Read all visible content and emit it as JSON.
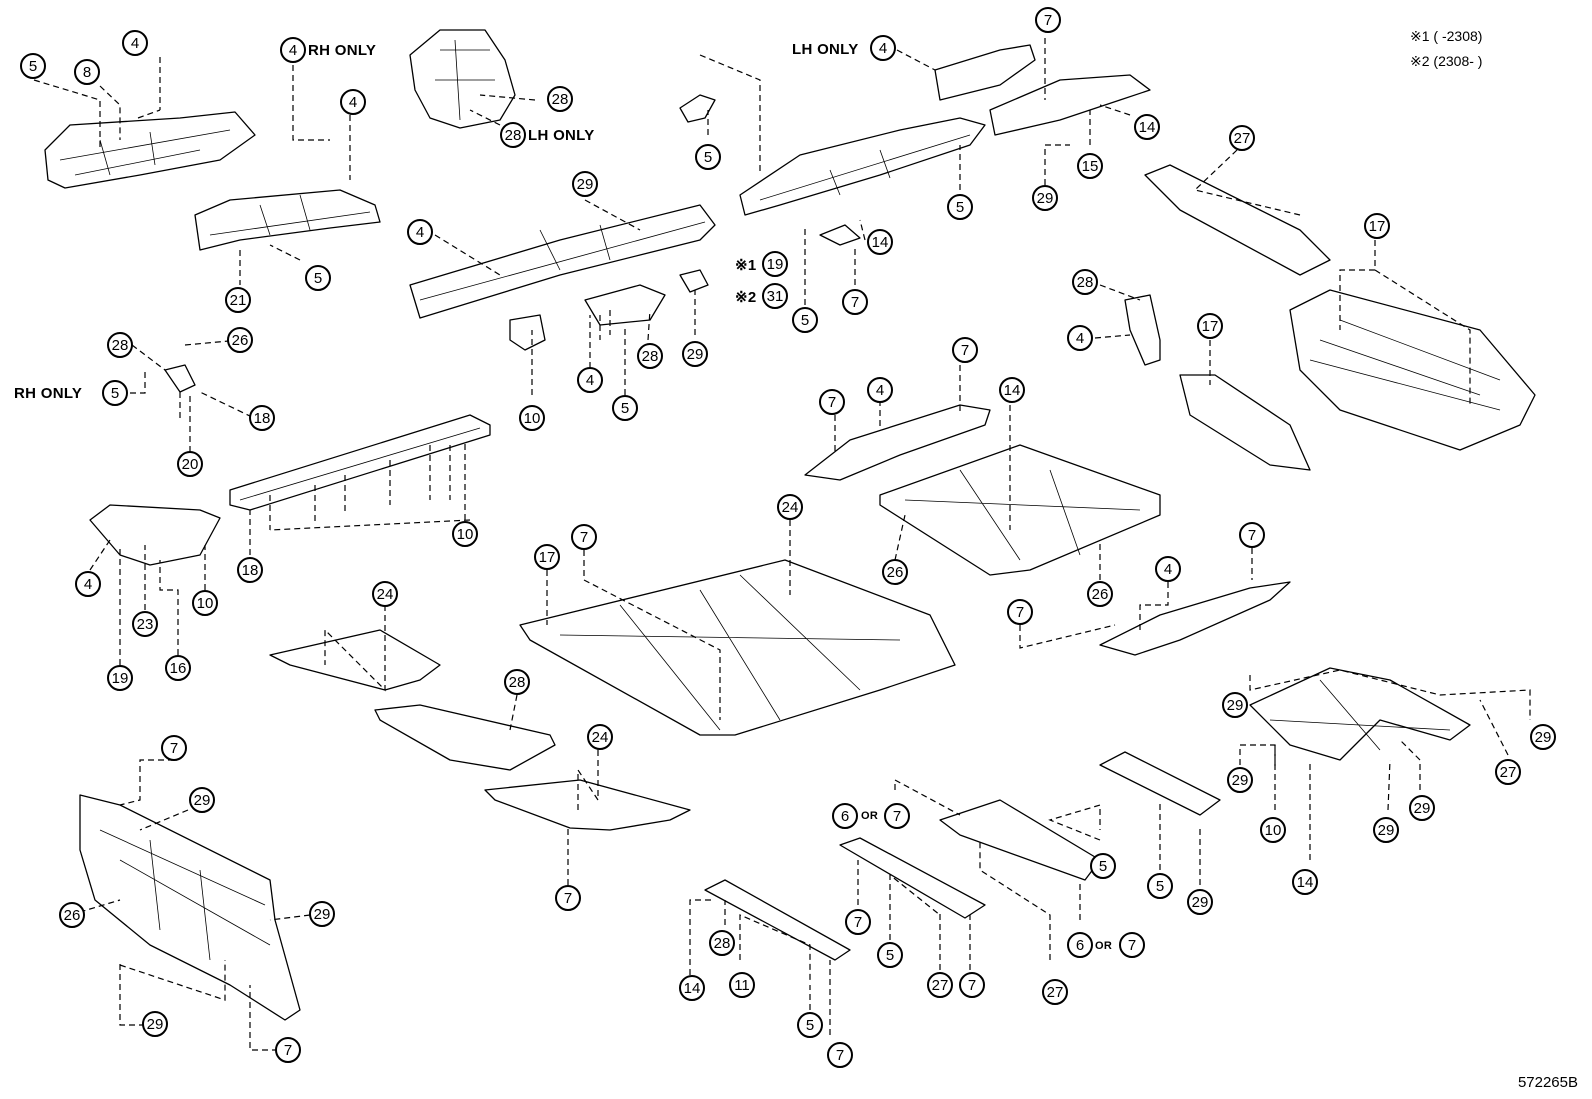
{
  "footnotes": [
    {
      "mark": "※1",
      "text": "(      -2308)"
    },
    {
      "mark": "※2",
      "text": "(2308-      )"
    }
  ],
  "figure_code": "572265B",
  "tags": {
    "rh_only": "RH ONLY",
    "lh_only": "LH ONLY",
    "or": "OR",
    "ref1": "※1",
    "ref2": "※2"
  },
  "callouts": [
    {
      "label": "4"
    },
    {
      "label": "5"
    },
    {
      "label": "8"
    },
    {
      "label": "4"
    },
    {
      "label": "4"
    },
    {
      "label": "5"
    },
    {
      "label": "21"
    },
    {
      "label": "28"
    },
    {
      "label": "28"
    },
    {
      "label": "5"
    },
    {
      "label": "29"
    },
    {
      "label": "4"
    },
    {
      "label": "10"
    },
    {
      "label": "4"
    },
    {
      "label": "5"
    },
    {
      "label": "28"
    },
    {
      "label": "29"
    },
    {
      "label": "4"
    },
    {
      "label": "7"
    },
    {
      "label": "14"
    },
    {
      "label": "15"
    },
    {
      "label": "29"
    },
    {
      "label": "5"
    },
    {
      "label": "14"
    },
    {
      "label": "7"
    },
    {
      "label": "19"
    },
    {
      "label": "31"
    },
    {
      "label": "5"
    },
    {
      "label": "27"
    },
    {
      "label": "17"
    },
    {
      "label": "28"
    },
    {
      "label": "4"
    },
    {
      "label": "17"
    },
    {
      "label": "26"
    },
    {
      "label": "28"
    },
    {
      "label": "5"
    },
    {
      "label": "18"
    },
    {
      "label": "20"
    },
    {
      "label": "7"
    },
    {
      "label": "4"
    },
    {
      "label": "7"
    },
    {
      "label": "14"
    },
    {
      "label": "26"
    },
    {
      "label": "26"
    },
    {
      "label": "10"
    },
    {
      "label": "18"
    },
    {
      "label": "4"
    },
    {
      "label": "23"
    },
    {
      "label": "10"
    },
    {
      "label": "19"
    },
    {
      "label": "16"
    },
    {
      "label": "24"
    },
    {
      "label": "7"
    },
    {
      "label": "17"
    },
    {
      "label": "24"
    },
    {
      "label": "28"
    },
    {
      "label": "24"
    },
    {
      "label": "7"
    },
    {
      "label": "7"
    },
    {
      "label": "4"
    },
    {
      "label": "7"
    },
    {
      "label": "29"
    },
    {
      "label": "29"
    },
    {
      "label": "27"
    },
    {
      "label": "29"
    },
    {
      "label": "10"
    },
    {
      "label": "29"
    },
    {
      "label": "29"
    },
    {
      "label": "14"
    },
    {
      "label": "7"
    },
    {
      "label": "29"
    },
    {
      "label": "26"
    },
    {
      "label": "29"
    },
    {
      "label": "29"
    },
    {
      "label": "7"
    },
    {
      "label": "6"
    },
    {
      "label": "7"
    },
    {
      "label": "5"
    },
    {
      "label": "5"
    },
    {
      "label": "29"
    },
    {
      "label": "7"
    },
    {
      "label": "5"
    },
    {
      "label": "27"
    },
    {
      "label": "7"
    },
    {
      "label": "6"
    },
    {
      "label": "7"
    },
    {
      "label": "27"
    },
    {
      "label": "14"
    },
    {
      "label": "28"
    },
    {
      "label": "11"
    },
    {
      "label": "5"
    },
    {
      "label": "7"
    }
  ]
}
